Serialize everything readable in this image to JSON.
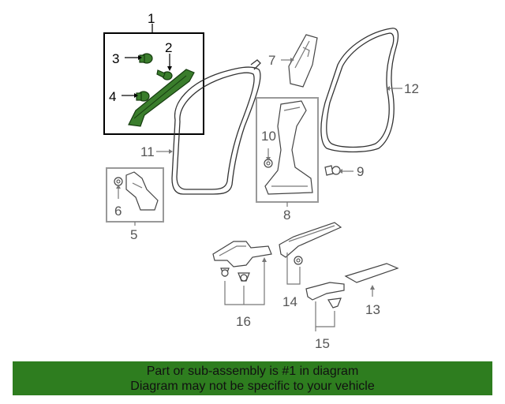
{
  "diagram": {
    "callouts": [
      {
        "id": "1",
        "label": "1"
      },
      {
        "id": "2",
        "label": "2"
      },
      {
        "id": "3",
        "label": "3"
      },
      {
        "id": "4",
        "label": "4"
      },
      {
        "id": "5",
        "label": "5"
      },
      {
        "id": "6",
        "label": "6"
      },
      {
        "id": "7",
        "label": "7"
      },
      {
        "id": "8",
        "label": "8"
      },
      {
        "id": "9",
        "label": "9"
      },
      {
        "id": "10",
        "label": "10"
      },
      {
        "id": "11",
        "label": "11"
      },
      {
        "id": "12",
        "label": "12"
      },
      {
        "id": "13",
        "label": "13"
      },
      {
        "id": "14",
        "label": "14"
      },
      {
        "id": "15",
        "label": "15"
      },
      {
        "id": "16",
        "label": "16"
      }
    ],
    "highlighted_part": "1",
    "highlight_color": "#3a7d2c"
  },
  "banner": {
    "line1": "Part or sub-assembly is #1 in diagram",
    "line2": "Diagram may not be specific to your vehicle",
    "background": "#2e7d1f"
  }
}
